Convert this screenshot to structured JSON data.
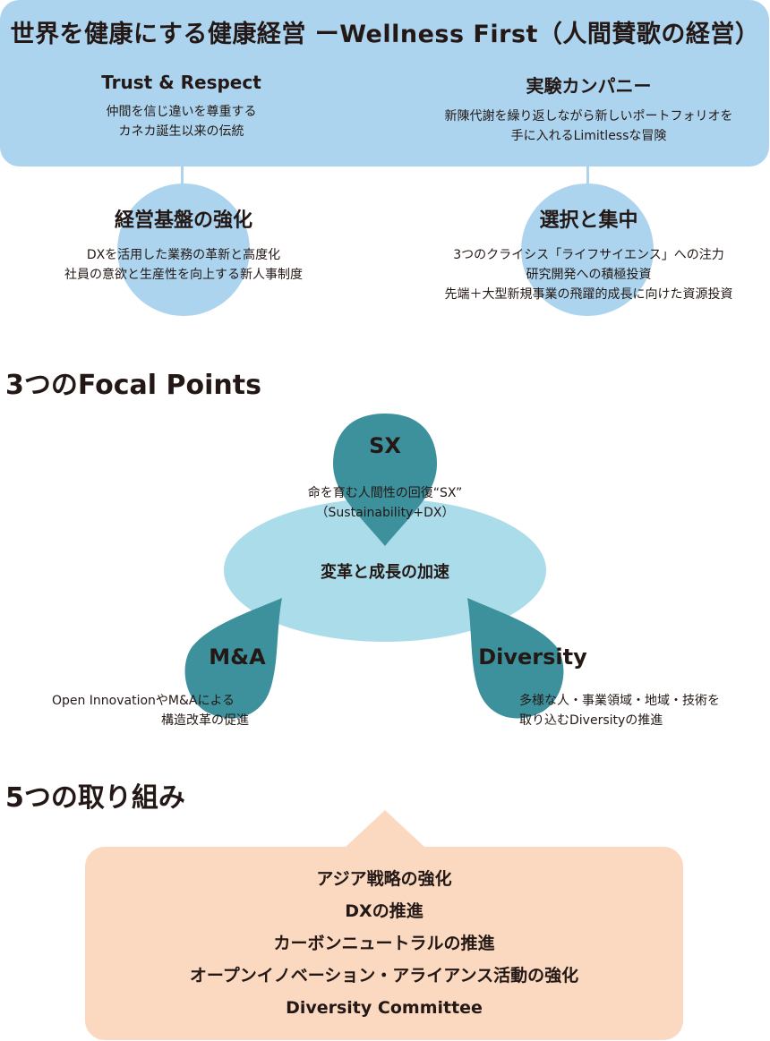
{
  "top": {
    "title": "世界を健康にする健康経営 ーWellness First（人間賛歌の経営）",
    "left_pillar": {
      "title": "Trust & Respect",
      "lines": [
        "仲間を信じ違いを尊重する",
        "カネカ誕生以来の伝統"
      ]
    },
    "right_pillar": {
      "title": "実験カンパニー",
      "lines": [
        "新陳代謝を繰り返しながら新しいポートフォリオを",
        "手に入れるLimitlessな冒険"
      ]
    }
  },
  "foundations": {
    "left": {
      "title": "経営基盤の強化",
      "lines": [
        "DXを活用した業務の革新と高度化",
        "社員の意欲と生産性を向上する新人事制度"
      ]
    },
    "right": {
      "title": "選択と集中",
      "lines": [
        "3つのクライシス「ライフサイエンス」への注力",
        "研究開発への積極投資",
        "先端＋大型新規事業の飛躍的成長に向けた資源投資"
      ]
    }
  },
  "focal": {
    "heading": "3つのFocal Points",
    "center_label": "変革と成長の加速",
    "sx": {
      "label": "SX",
      "lines": [
        "命を育む人間性の回復“SX”",
        "（Sustainability+DX）"
      ]
    },
    "ma": {
      "label": "M&A",
      "lines": [
        "Open InnovationやM&Aによる",
        "構造改革の促進"
      ]
    },
    "diversity": {
      "label": "Diversity",
      "lines": [
        "多様な人・事業領域・地域・技術を",
        "取り込むDiversityの推進"
      ]
    }
  },
  "initiatives": {
    "heading": "5つの取り組み",
    "items": [
      "アジア戦略の強化",
      "DXの推進",
      "カーボンニュートラルの推進",
      "オープンイノベーション・アライアンス活動の強化",
      "Diversity Committee"
    ]
  },
  "colors": {
    "light_blue": "#acd4ee",
    "ellipse_blue": "#abdcea",
    "teal": "#3c919c",
    "peach": "#fbd9c0"
  }
}
